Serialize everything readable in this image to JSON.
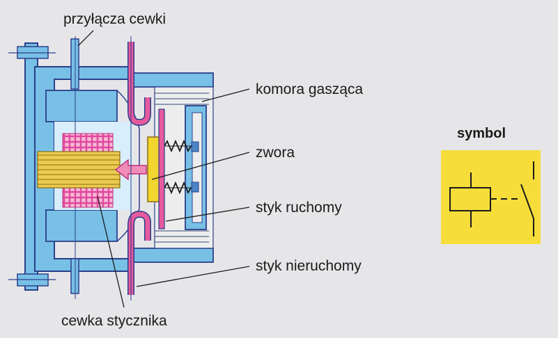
{
  "labels": {
    "coil_terminals": "przyłącza cewki",
    "arc_chamber": "komora gasząca",
    "armature": "zwora",
    "moving_contact": "styk ruchomy",
    "fixed_contact": "styk nieruchomy",
    "contactor_coil": "cewka stycznika",
    "symbol_heading": "symbol"
  },
  "colors": {
    "background": "#e6e6e9",
    "housing_blue": "#78c0e6",
    "housing_outline": "#2a3f8a",
    "coil_magenta": "#e0489c",
    "contact_pink": "#e65a9e",
    "armature_yellow": "#f2d52e",
    "core_yellow": "#e8c23a",
    "symbol_panel": "#f6dd3a",
    "chamber_grey": "#ededee",
    "arrow_pink": "#f08cb8"
  }
}
